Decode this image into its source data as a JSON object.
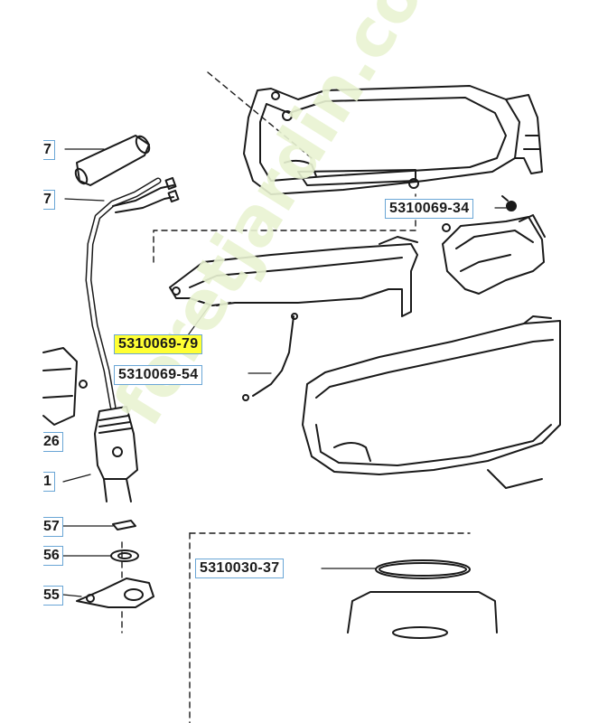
{
  "parts": {
    "p_5310069_79": "5310069-79",
    "p_5310069_54": "5310069-54",
    "p_5310069_34": "5310069-34",
    "p_5310030_37": "5310030-37"
  },
  "edge_labels": {
    "e1": "7",
    "e2": "7",
    "e3": "26",
    "e4": "1",
    "e5": "57",
    "e6": "56",
    "e7": "55"
  },
  "highlight_color": "#ffff33",
  "label_border_color": "#6aa6d6",
  "watermark_text": "foretjardin.com"
}
